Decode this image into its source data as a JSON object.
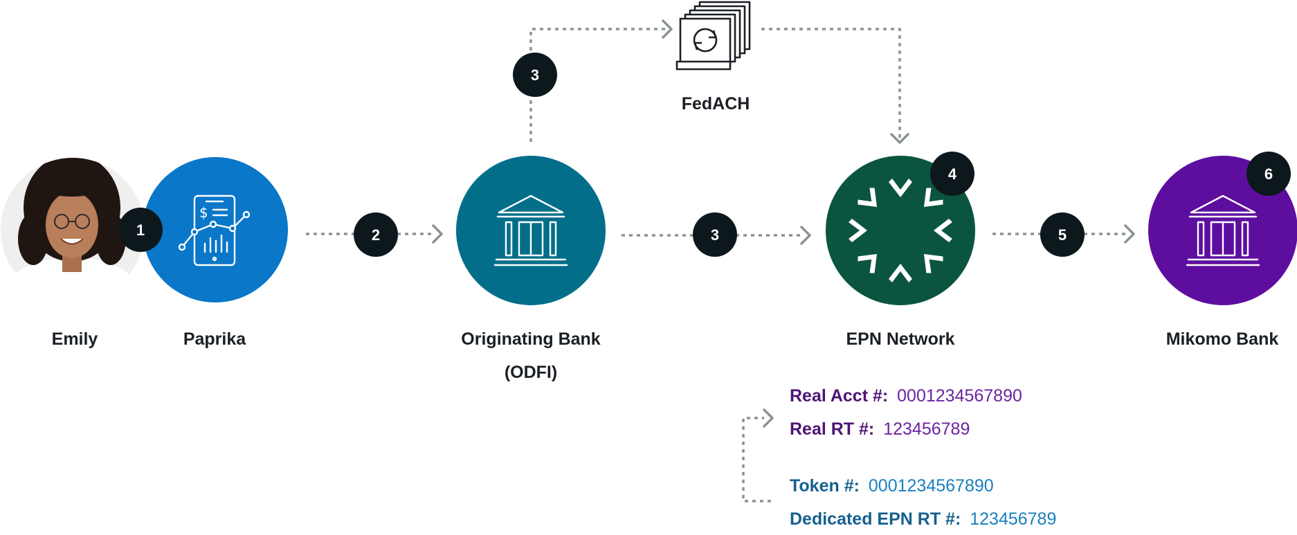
{
  "nodes": {
    "emily": "Emily",
    "paprika": "Paprika",
    "originating_bank": [
      "Originating Bank",
      "(ODFI)"
    ],
    "fedach": "FedACH",
    "epn": "EPN Network",
    "mikomo": "Mikomo Bank"
  },
  "steps": {
    "s1": "1",
    "s2": "2",
    "s3_top": "3",
    "s3_mid": "3",
    "s4": "4",
    "s5": "5",
    "s6": "6"
  },
  "accounts": {
    "real_acct": {
      "label": "Real Acct #:",
      "value": "0001234567890"
    },
    "real_rt": {
      "label": "Real RT #:",
      "value": "123456789"
    },
    "token": {
      "label": "Token #:",
      "value": "0001234567890"
    },
    "dedicated_rt": {
      "label": "Dedicated EPN RT #:",
      "value": "123456789"
    }
  },
  "colors": {
    "paprika_blue": "#0a77c9",
    "bank_teal": "#026e8a",
    "epn_green": "#0b5540",
    "mikomo_purple": "#5e0e9f",
    "badge_dark": "#0d181c",
    "real_purple": "#4d1473",
    "token_blue": "#1670a8"
  },
  "icons": {
    "paprika": "phone-chart-icon",
    "originating_bank": "bank-building-icon",
    "fedach": "document-stack-sync-icon",
    "epn": "epn-logo-icon",
    "mikomo": "bank-building-icon"
  }
}
